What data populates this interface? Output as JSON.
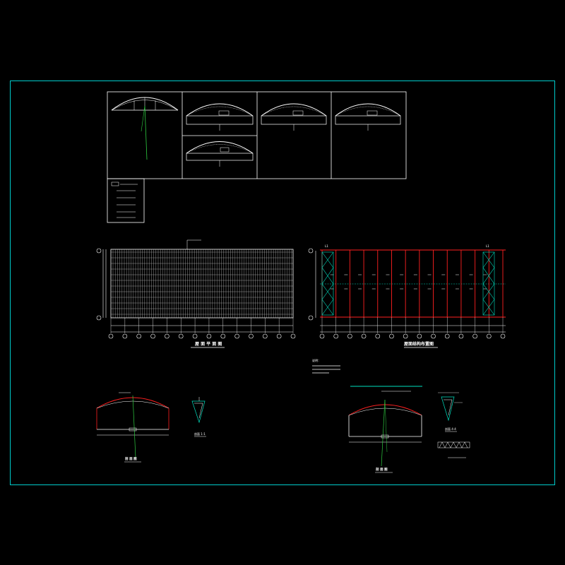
{
  "colors": {
    "background": "#000000",
    "border": "#00cccc",
    "structure": "#ffffff",
    "member": "#ff2020",
    "accent": "#00e0c0",
    "dim": "#2ecc40"
  },
  "labels": {
    "roof_plan_title": "屋 面 平 面 图",
    "framing_plan_title": "屋面结构布置图",
    "cross_section_left": "剖 面 图",
    "cross_section_right": "剖 面 图",
    "detail_left": "剖面 1-1",
    "detail_right": "剖面 4-4",
    "notes_heading": "说明：",
    "framing_marker_left": "L1",
    "framing_marker_right": "L1"
  }
}
